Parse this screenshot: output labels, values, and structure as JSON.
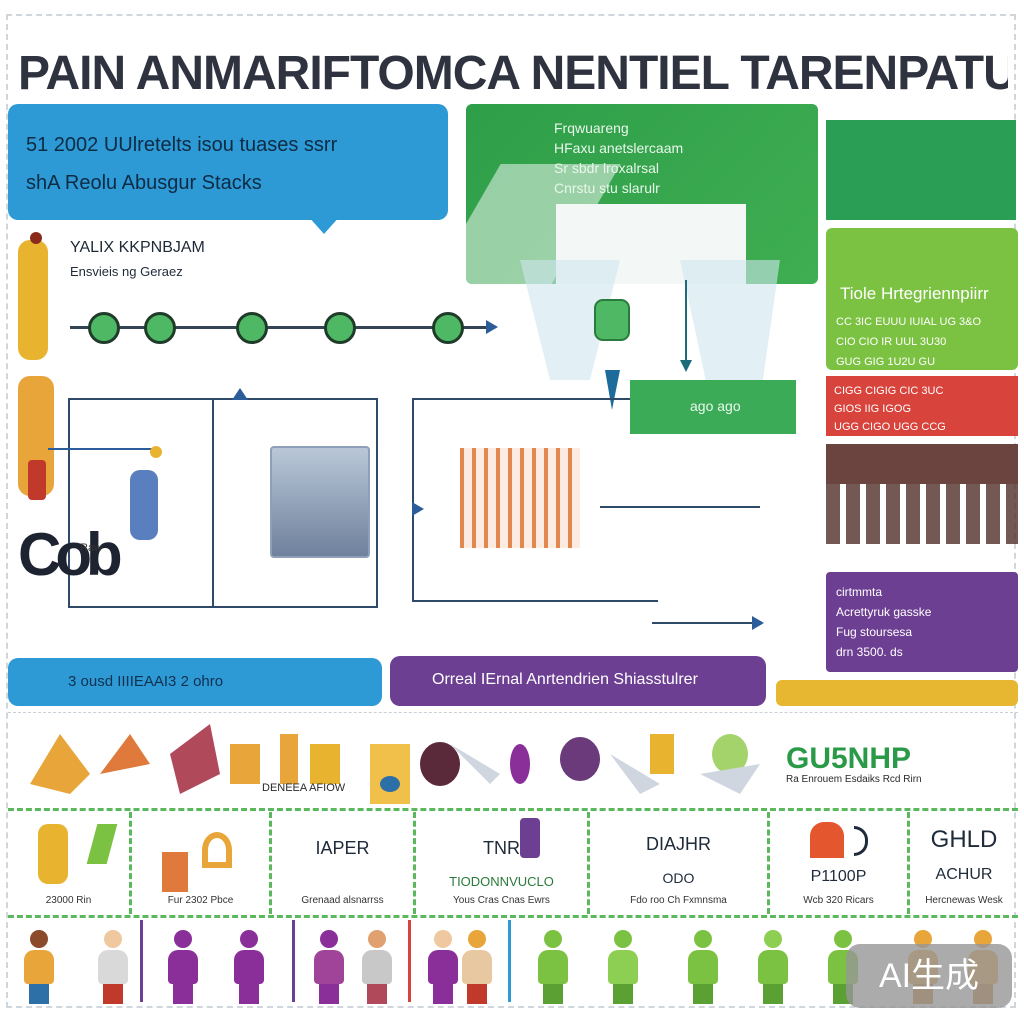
{
  "header": {
    "title": "PAIN ANMARIFTOMCA NENTIEL TARENPATU FIUTJKRERS"
  },
  "blue_banner": {
    "line1": "51 2002 UUlretelts isou tuases ssrr",
    "line2": "shA Reolu Abusgur Stacks"
  },
  "green_panel": {
    "line1": "Frqwuareng",
    "line2": "HFaxu anetslercaam",
    "line3": "Sr sbdr lroxalrsal",
    "line4": "Cnrstu stu slarulr"
  },
  "left_sub": {
    "line1": "YALIX KKPNBJAM",
    "line2": "Ensvieis ng Geraez"
  },
  "chain_text": "Cob",
  "chain_label": "Raw",
  "green_strip_label": "ago ago",
  "right_column": {
    "lime_title": "Tiole Hrtegriennpiirr",
    "lime_sub1": "CC 3IC EUUU IUIAL UG 3&O",
    "lime_sub2": "CIO CIO IR UUL 3U30",
    "lime_sub3": "GUG GIG 1U2U GU",
    "red_1": "CIGG CIGIG CIC 3UC",
    "red_2": "GIOS IIG IGOG",
    "red_3": "UGG CIGO UGG CCG",
    "purple_1": "cirtmmta",
    "purple_2": "Acrettyruk gasske",
    "purple_3": "Fug stoursesa",
    "purple_4": "drn 3500. ds"
  },
  "pills": {
    "blue": "3 ousd IIIIEAAI3 2 ohro",
    "purple": "Orreal IErnal Anrtendrien Shiasstulrer"
  },
  "icon_strip": {
    "caption": "DENEEA AFIOW",
    "right_big": "GU5NHP",
    "right_small": "Ra Enrouem Esdaiks Rcd Rirn"
  },
  "cards": [
    {
      "top": "",
      "bottom": "23000 Rin"
    },
    {
      "top": "",
      "bottom": "Fur 2302 Pbce"
    },
    {
      "top": "IAPER",
      "bottom": "Grenaad alsnarrss"
    },
    {
      "top": "TNR",
      "mid": "TIODONNVUCLO",
      "bottom": "Yous Cras Cnas Ewrs"
    },
    {
      "top": "DIAJHR",
      "mid": "ODO",
      "bottom": "Fdo roo Ch Fxmnsma"
    },
    {
      "top": "",
      "mid": "P1100P",
      "bottom": "Wcb 320 Ricars"
    },
    {
      "top": "GHLD",
      "mid": "ACHUR",
      "bottom": "Hercnewas Wesk"
    }
  ],
  "badge": "AI生成",
  "colors": {
    "blue": "#2d9ad6",
    "green": "#2e9e49",
    "lime": "#7cc242",
    "red": "#d8433c",
    "purple": "#6d3f92",
    "yellow": "#e7b732",
    "brown": "#6b4440"
  },
  "icons": [
    "figure-icon",
    "node-icon",
    "arrow-icon",
    "person-icon"
  ]
}
